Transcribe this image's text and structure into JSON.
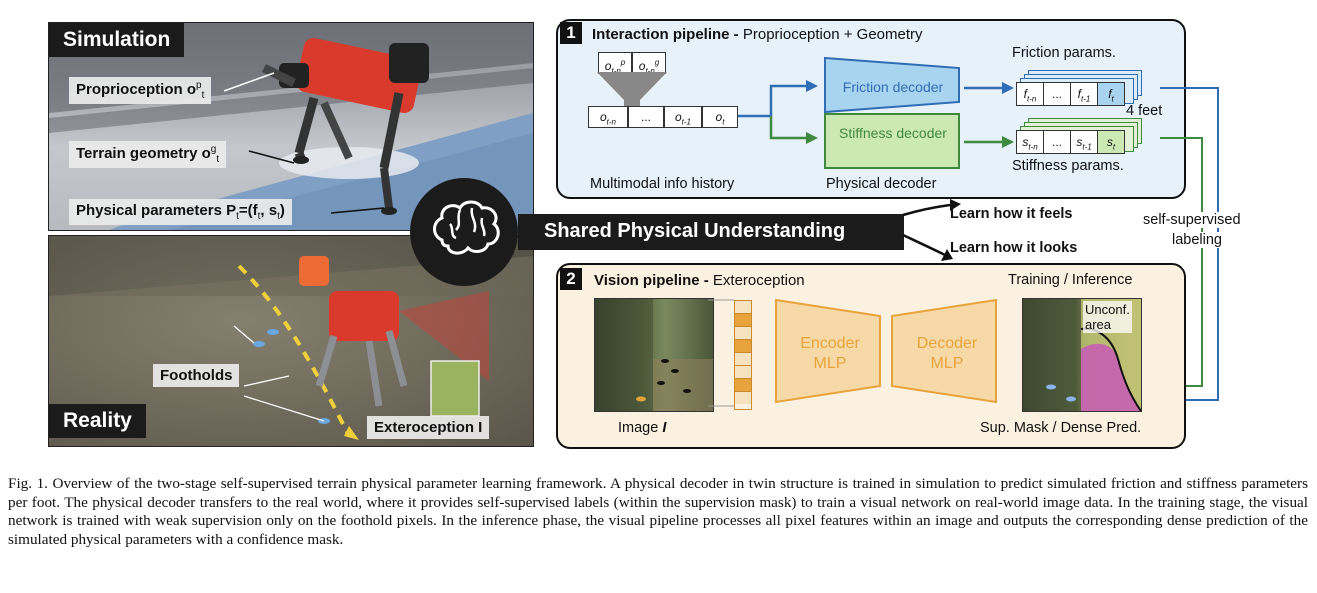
{
  "simulation": {
    "title": "Simulation",
    "proprioception_label": "Proprioception o",
    "proprioception_sup": "p",
    "proprioception_sub": "t",
    "terrain_label": "Terrain geometry o",
    "terrain_sup": "g",
    "terrain_sub": "t",
    "physical_label": "Physical parameters P",
    "physical_sub": "t",
    "physical_eq": "=(f",
    "physical_f_sub": "t",
    "physical_s": ", s",
    "physical_s_sub": "t",
    "physical_close": ")"
  },
  "reality": {
    "title": "Reality",
    "footholds_label": "Footholds",
    "exteroception_label": "Exteroception I"
  },
  "shared": {
    "label": "Shared Physical Understanding",
    "learn_feels": "Learn how it feels",
    "learn_looks": "Learn how it looks",
    "self_supervised": "self-supervised",
    "labeling": "labeling"
  },
  "interaction": {
    "number": "1",
    "title_bold": "Interaction pipeline -",
    "title_rest": " Proprioception + Geometry",
    "obs_top": [
      "o",
      "o"
    ],
    "obs_top_sub": [
      "t-n",
      "t-n"
    ],
    "obs_top_sup": [
      "p",
      "g"
    ],
    "history_cells": [
      "o",
      "...",
      "o",
      "o"
    ],
    "history_subs": [
      "t-n",
      "",
      "t-1",
      "t"
    ],
    "history_label": "Multimodal info history",
    "friction_decoder": "Friction decoder",
    "stiffness_decoder": "Stiffness decoder",
    "physical_decoder": "Physical decoder",
    "friction_params": "Friction params.",
    "stiffness_params": "Stiffness params.",
    "four_feet": "4 feet",
    "friction_cells": [
      "f",
      "...",
      "f",
      "f"
    ],
    "stiffness_cells": [
      "s",
      "...",
      "s",
      "s"
    ],
    "param_subs": [
      "t-n",
      "",
      "t-1",
      "t"
    ]
  },
  "vision": {
    "number": "2",
    "title_bold": "Vision pipeline -",
    "title_rest": " Exteroception",
    "image_label": "Image",
    "image_symbol": "I",
    "encoder": [
      "Encoder",
      "MLP"
    ],
    "decoder": [
      "Decoder",
      "MLP"
    ],
    "training_label": "Training / Inference",
    "unconf": [
      "Unconf.",
      "area"
    ],
    "sup_mask_label": "Sup. Mask / Dense Pred."
  },
  "caption": {
    "text": "Fig. 1.  Overview of the two-stage self-supervised terrain physical parameter learning framework. A physical decoder in twin structure is trained in simulation to predict simulated friction and stiffness parameters per foot. The physical decoder transfers to the real world, where it provides self-supervised labels (within the supervision mask) to train a visual network on real-world image data. In the training stage, the visual network is trained with weak supervision only on the foothold pixels. In the inference phase, the visual pipeline processes all pixel features within an image and outputs the corresponding dense prediction of the simulated physical parameters with a confidence mask."
  },
  "colors": {
    "friction_blue": "#2f6db5",
    "stiffness_green": "#3f8a3f",
    "encoder_orange": "#e8a33c",
    "robot_red": "#d93a2b"
  }
}
